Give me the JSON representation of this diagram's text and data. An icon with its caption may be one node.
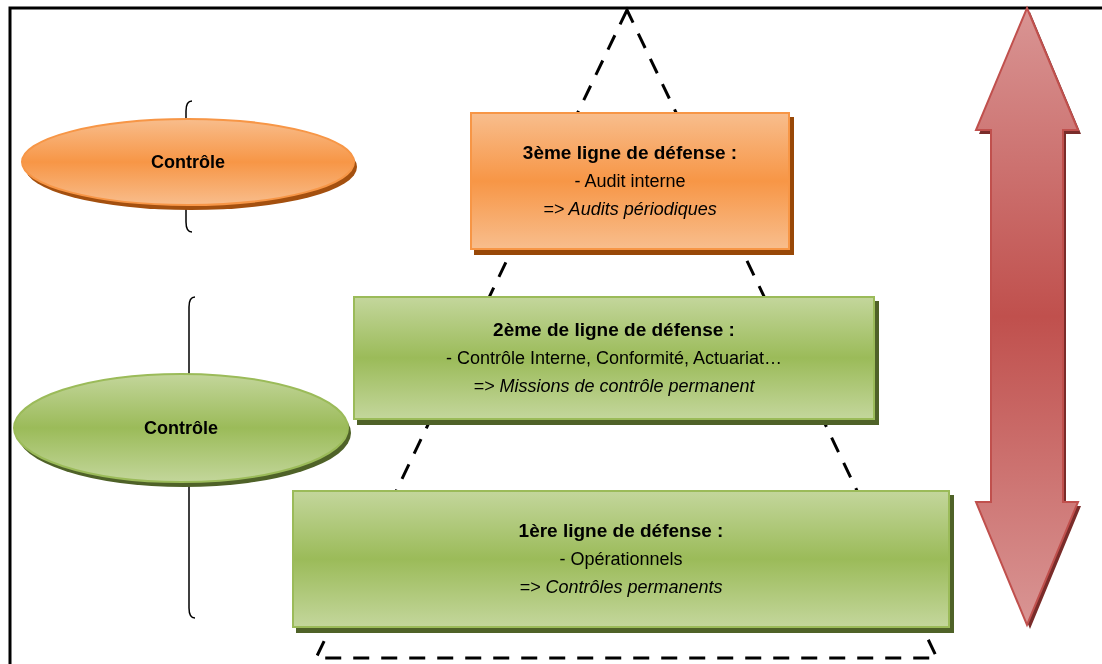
{
  "diagram": {
    "nodes": [
      {
        "text": [
          "Contrôle"
        ]
      },
      {
        "text": [
          "Contrôle"
        ]
      },
      {
        "text": [
          "3ème ligne de défense :",
          "- Audit interne",
          "=> Audits périodiques"
        ]
      },
      {
        "text": [
          "2ème de ligne de défense :",
          "- Contrôle Interne, Conformité, Actuariat…",
          "=> Missions de contrôle permanent"
        ]
      },
      {
        "text": [
          "1ère ligne de défense :",
          "- Opérationnels",
          "=> Contrôles permanents"
        ]
      }
    ],
    "edges": []
  }
}
